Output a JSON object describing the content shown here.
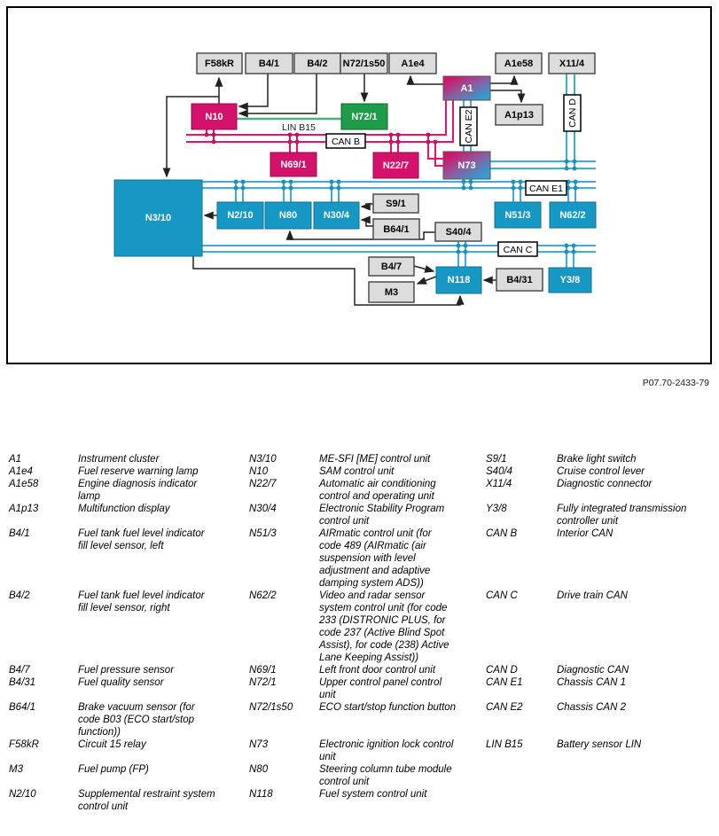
{
  "figure_number": "P07.70-2433-79",
  "diagram": {
    "boxes": {
      "F58kR": "F58kR",
      "B4/1": "B4/1",
      "B4/2": "B4/2",
      "N72/1s50": "N72/1s50",
      "A1e4": "A1e4",
      "A1e58": "A1e58",
      "X11/4": "X11/4",
      "A1": "A1",
      "A1p13": "A1p13",
      "N10": "N10",
      "N72/1": "N72/1",
      "N22/7": "N22/7",
      "N69/1": "N69/1",
      "N73": "N73",
      "N3/10": "N3/10",
      "N2/10": "N2/10",
      "N80": "N80",
      "N30/4": "N30/4",
      "S9/1": "S9/1",
      "B64/1": "B64/1",
      "S40/4": "S40/4",
      "N51/3": "N51/3",
      "N62/2": "N62/2",
      "B4/7": "B4/7",
      "M3": "M3",
      "N118": "N118",
      "B4/31": "B4/31",
      "Y3/8": "Y3/8"
    },
    "bus_labels": {
      "CAN B": "CAN B",
      "CAN E1": "CAN E1",
      "CAN C": "CAN C",
      "CAN E2": "CAN E2",
      "CAN D": "CAN D",
      "LIN B15": "LIN B15"
    },
    "colors": {
      "can_blue": "#3bafd9",
      "can_pink": "#e3146f",
      "lin_green": "#4caf7d",
      "node_blue": "#1798c4",
      "node_magenta": "#d4126b",
      "node_green": "#1e9c49",
      "node_gray": "#dcdcdc"
    }
  },
  "legend": {
    "rows": [
      {
        "c1": "A1",
        "d1": "Instrument cluster",
        "c2": "N3/10",
        "d2": "ME-SFI [ME] control unit",
        "c3": "S9/1",
        "d3": "Brake light switch"
      },
      {
        "c1": "A1e4",
        "d1": "Fuel reserve warning lamp",
        "c2": "N10",
        "d2": "SAM control unit",
        "c3": "S40/4",
        "d3": "Cruise control lever"
      },
      {
        "c1": "A1e58",
        "d1": "Engine diagnosis indicator\nlamp",
        "c2": "N22/7",
        "d2": "Automatic air conditioning\ncontrol and operating unit",
        "c3": "X11/4",
        "d3": "Diagnostic connector"
      },
      {
        "c1": "A1p13",
        "d1": "Multifunction display",
        "c2": "N30/4",
        "d2": "Electronic Stability Program\ncontrol unit",
        "c3": "Y3/8",
        "d3": "Fully integrated transmission\ncontroller unit"
      },
      {
        "c1": "B4/1",
        "d1": "Fuel tank fuel level indicator\nfill level sensor, left",
        "c2": "N51/3",
        "d2": "AIRmatic control unit (for\ncode 489 (AIRmatic (air\nsuspension with level\nadjustment and adaptive\ndamping system ADS))",
        "c3": "CAN B",
        "d3": "Interior CAN"
      },
      {
        "c1": "B4/2",
        "d1": "Fuel tank fuel level indicator\nfill level sensor, right",
        "c2": "N62/2",
        "d2": "Video and radar sensor\nsystem control unit (for code\n233 (DISTRONIC PLUS, for\ncode 237 (Active Blind Spot\nAssist), for code (238) Active\nLane Keeping Assist))",
        "c3": "CAN C",
        "d3": "Drive train CAN"
      },
      {
        "c1": "B4/7",
        "d1": "Fuel pressure sensor",
        "c2": "N69/1",
        "d2": "Left front door control unit",
        "c3": "CAN D",
        "d3": "Diagnostic CAN"
      },
      {
        "c1": "B4/31",
        "d1": "Fuel quality sensor",
        "c2": "N72/1",
        "d2": "Upper control panel control\nunit",
        "c3": "CAN E1",
        "d3": "Chassis CAN 1"
      },
      {
        "c1": "B64/1",
        "d1": "Brake vacuum sensor (for\ncode B03 (ECO start/stop\nfunction))",
        "c2": "N72/1s50",
        "d2": "ECO start/stop function button",
        "c3": "CAN E2",
        "d3": "Chassis CAN 2"
      },
      {
        "c1": "F58kR",
        "d1": "Circuit 15 relay",
        "c2": "N73",
        "d2": "Electronic ignition lock control\nunit",
        "c3": "LIN B15",
        "d3": "Battery sensor LIN"
      },
      {
        "c1": "M3",
        "d1": "Fuel pump (FP)",
        "c2": "N80",
        "d2": "Steering column tube module\ncontrol unit",
        "c3": "",
        "d3": ""
      },
      {
        "c1": "N2/10",
        "d1": "Supplemental restraint system\ncontrol unit",
        "c2": "N118",
        "d2": "Fuel system control unit",
        "c3": "",
        "d3": ""
      }
    ]
  }
}
